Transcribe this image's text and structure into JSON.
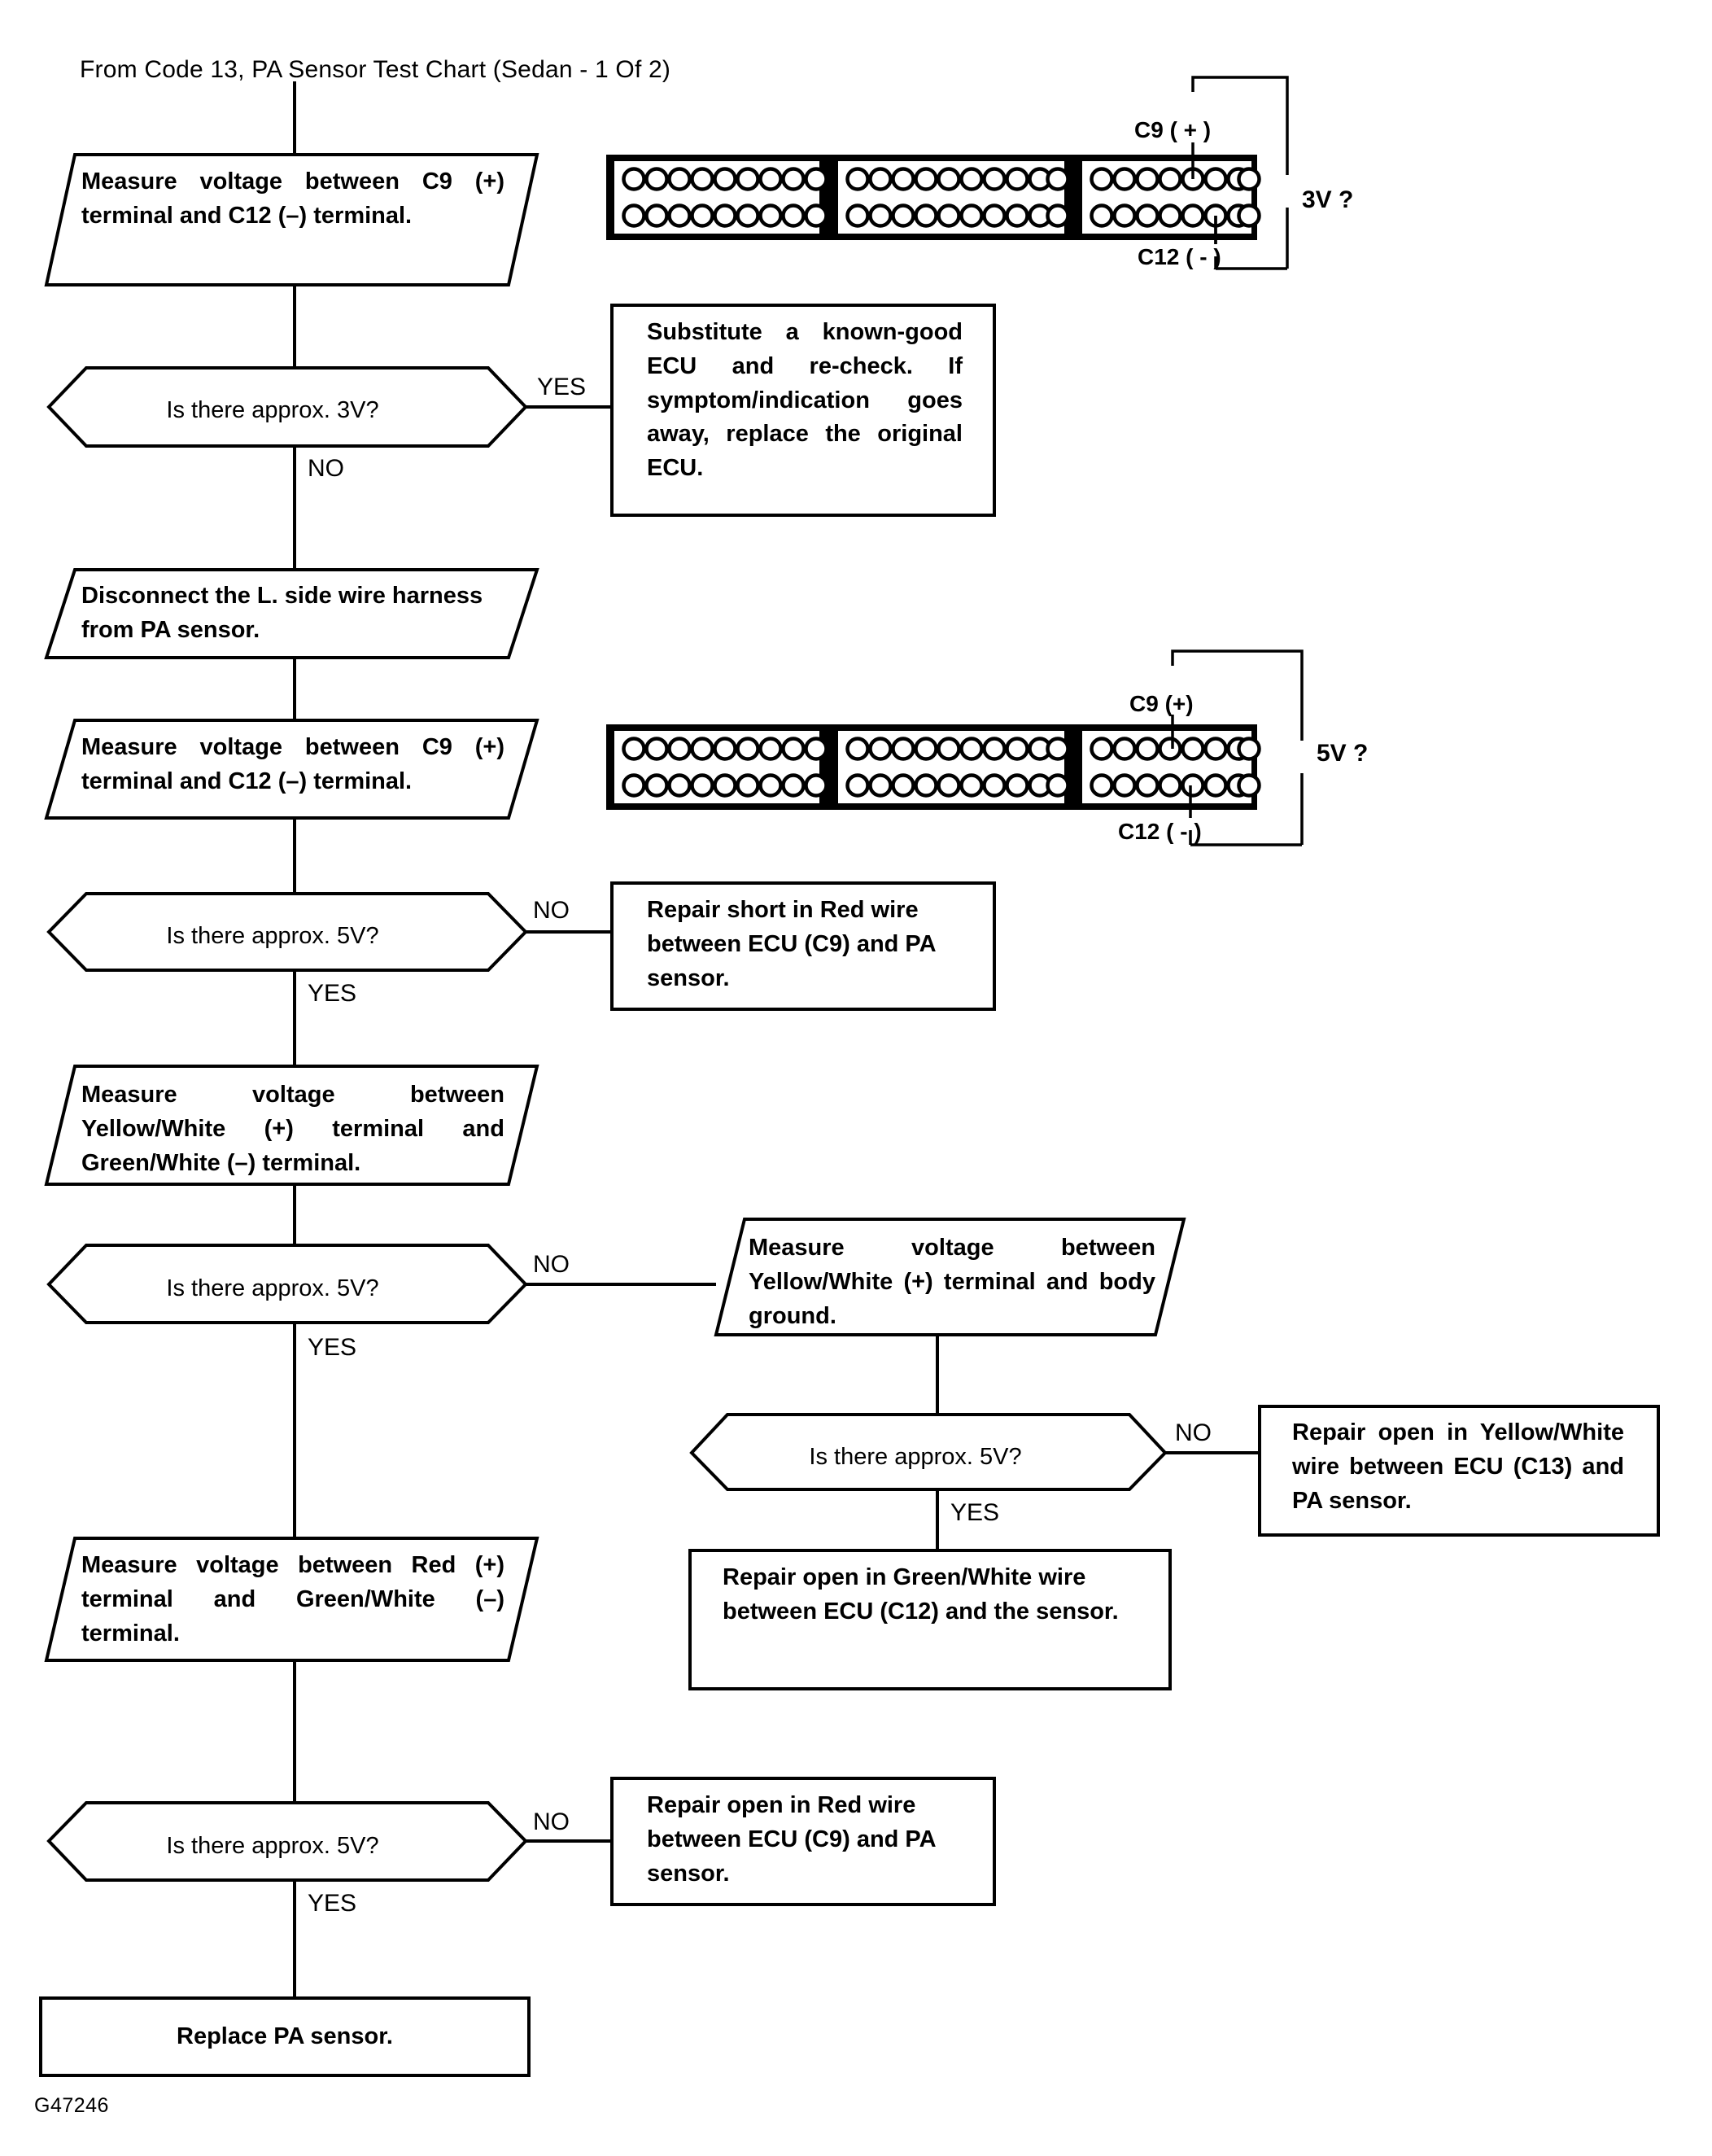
{
  "document": {
    "title": "From Code 13, PA Sensor Test Chart (Sedan - 1 Of 2)",
    "figure_code": "G47246"
  },
  "chart_data": {
    "type": "diagram",
    "diagram_kind": "troubleshooting-flowchart",
    "title": "From Code 13, PA Sensor Test Chart (Sedan - 1 Of 2)",
    "nodes": [
      {
        "id": "n1",
        "shape": "parallelogram",
        "text": "Measure voltage between C9 (+) terminal and C12 (–) terminal."
      },
      {
        "id": "d1",
        "shape": "hexagon",
        "text": "Is there approx. 3V?"
      },
      {
        "id": "n2",
        "shape": "rectangle",
        "text": "Substitute a known-good ECU and re-check. If symptom/indication goes away, replace the original ECU."
      },
      {
        "id": "n3",
        "shape": "parallelogram",
        "text": "Disconnect the L. side wire harness from PA sensor."
      },
      {
        "id": "n4",
        "shape": "parallelogram",
        "text": "Measure voltage between C9 (+) terminal and C12 (–) terminal."
      },
      {
        "id": "d2",
        "shape": "hexagon",
        "text": "Is there approx. 5V?"
      },
      {
        "id": "n5",
        "shape": "rectangle",
        "text": "Repair short in Red wire between ECU (C9) and PA sensor."
      },
      {
        "id": "n6",
        "shape": "parallelogram",
        "text": "Measure voltage between Yellow/White (+) terminal and Green/White (–) terminal."
      },
      {
        "id": "d3",
        "shape": "hexagon",
        "text": "Is there approx. 5V?"
      },
      {
        "id": "n7",
        "shape": "parallelogram",
        "text": "Measure voltage between Yellow/White (+) terminal and body ground."
      },
      {
        "id": "d4",
        "shape": "hexagon",
        "text": "Is there approx. 5V?"
      },
      {
        "id": "n8",
        "shape": "rectangle",
        "text": "Repair open in Yellow/White wire between ECU (C13) and PA sensor."
      },
      {
        "id": "n9",
        "shape": "rectangle",
        "text": "Repair open in Green/White wire between ECU (C12) and the sensor."
      },
      {
        "id": "n10",
        "shape": "parallelogram",
        "text": "Measure voltage between Red (+) terminal and Green/White (–) terminal."
      },
      {
        "id": "d5",
        "shape": "hexagon",
        "text": "Is there approx. 5V?"
      },
      {
        "id": "n11",
        "shape": "rectangle",
        "text": "Repair open in Red wire between ECU (C9) and PA sensor."
      },
      {
        "id": "n12",
        "shape": "rectangle",
        "text": "Replace PA sensor."
      }
    ],
    "edges": [
      {
        "from": "n1",
        "to": "d1",
        "label": ""
      },
      {
        "from": "d1",
        "to": "n2",
        "label": "YES"
      },
      {
        "from": "d1",
        "to": "n3",
        "label": "NO"
      },
      {
        "from": "n3",
        "to": "n4",
        "label": ""
      },
      {
        "from": "n4",
        "to": "d2",
        "label": ""
      },
      {
        "from": "d2",
        "to": "n5",
        "label": "NO"
      },
      {
        "from": "d2",
        "to": "n6",
        "label": "YES"
      },
      {
        "from": "n6",
        "to": "d3",
        "label": ""
      },
      {
        "from": "d3",
        "to": "n7",
        "label": "NO"
      },
      {
        "from": "d3",
        "to": "n10",
        "label": "YES"
      },
      {
        "from": "n7",
        "to": "d4",
        "label": ""
      },
      {
        "from": "d4",
        "to": "n8",
        "label": "NO"
      },
      {
        "from": "d4",
        "to": "n9",
        "label": "YES"
      },
      {
        "from": "n10",
        "to": "d5",
        "label": ""
      },
      {
        "from": "d5",
        "to": "n11",
        "label": "NO"
      },
      {
        "from": "d5",
        "to": "n12",
        "label": "YES"
      }
    ]
  },
  "flow": {
    "step_measure_c9_c12_a": "Measure voltage between C9 (+) terminal and C12 (–) terminal.",
    "decision_3v": "Is there approx. 3V?",
    "action_substitute_ecu": "Substitute a known-good ECU and re-check. If symptom/indication goes away, replace the original ECU.",
    "step_disconnect_harness": "Disconnect the L. side wire harness from PA sensor.",
    "step_measure_c9_c12_b": "Measure voltage between C9 (+) terminal and C12 (–) terminal.",
    "decision_5v_1": "Is there approx. 5V?",
    "action_repair_short_red": "Repair short in Red wire between ECU (C9) and PA sensor.",
    "step_measure_yw_gw": "Measure voltage between Yellow/White (+) terminal and Green/White (–) terminal.",
    "decision_5v_2": "Is there approx. 5V?",
    "step_measure_yw_ground": "Measure voltage between Yellow/White (+) terminal and body ground.",
    "decision_5v_3": "Is there approx. 5V?",
    "action_repair_open_yw": "Repair open in Yellow/White wire between ECU (C13) and PA sensor.",
    "action_repair_open_gw": "Repair open in Green/White wire between ECU (C12) and the sensor.",
    "step_measure_red_gw": "Measure voltage between Red (+) terminal and Green/White (–) terminal.",
    "decision_5v_4": "Is there approx. 5V?",
    "action_repair_open_red": "Repair open in Red wire between ECU (C9) and PA sensor.",
    "action_replace_sensor": "Replace PA sensor."
  },
  "branch_labels": {
    "yes": "YES",
    "no": "NO"
  },
  "connectors": [
    {
      "id": "connector-top",
      "sections": [
        9,
        10,
        8
      ],
      "rows": 2,
      "probe_positive": {
        "label": "C9 ( + )",
        "row": "top",
        "section": 3,
        "pin": 5
      },
      "probe_negative": {
        "label": "C12 ( - )",
        "row": "bottom",
        "section": 3,
        "pin": 6
      },
      "measurement": "3V ?"
    },
    {
      "id": "connector-bottom",
      "sections": [
        9,
        10,
        8
      ],
      "rows": 2,
      "probe_positive": {
        "label": "C9 (+)",
        "row": "top",
        "section": 3,
        "pin": 5
      },
      "probe_negative": {
        "label": "C12 ( - )",
        "row": "bottom",
        "section": 3,
        "pin": 6
      },
      "measurement": "5V ?"
    }
  ],
  "colors": {
    "ink": "#000000",
    "paper": "#ffffff"
  }
}
